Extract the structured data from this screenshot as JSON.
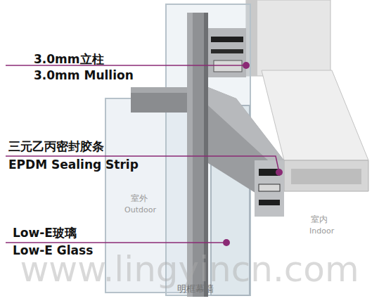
{
  "diagram": {
    "caption": "明框幕墙",
    "labels": [
      "3.0mm立柱",
      "3.0mm Mullion",
      "三元乙丙密封胶条",
      "EPDM Sealing Strip",
      "室外",
      "Outdoor",
      "室内",
      "Indoor",
      "Low-E玻璃",
      "Low-E Glass",
      "www.lingyincn.com"
    ]
  }
}
